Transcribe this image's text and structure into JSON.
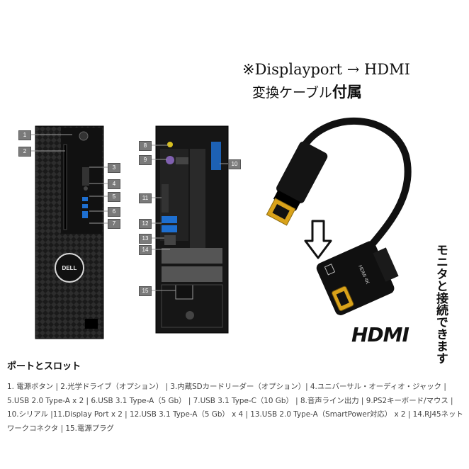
{
  "header": {
    "line1": "※Displayport → HDMI",
    "line2_prefix": "変換ケーブル",
    "line2_bold": "付属"
  },
  "adapter": {
    "vertical_text": "モニタと接続できます",
    "hdmi_logo": "HDMI"
  },
  "callouts": [
    "1",
    "2",
    "3",
    "4",
    "5",
    "6",
    "7",
    "8",
    "9",
    "10",
    "11",
    "12",
    "13",
    "14",
    "15"
  ],
  "section": {
    "title": "ポートとスロット",
    "description": "1. 電源ボタン | 2.光学ドライブ（オプション） | 3.内蔵SDカードリーダー（オプション）| 4.ユニバーサル・オーディオ・ジャック | 5.USB 2.0 Type-A x 2 | 6.USB 3.1 Type-A（5 Gb） | 7.USB 3.1 Type-C（10 Gb） | 8.音声ライン出力 | 9.PS2キーボード/マウス | 10.シリアル |11.Display Port x 2 | 12.USB 3.1 Type-A（5 Gb） x 4 | 13.USB 2.0 Type-A（SmartPower対応） x 2 | 14.RJ45ネットワークコネクタ | 15.電源プラグ"
  },
  "colors": {
    "chassis": "#111111",
    "callout_bg": "#7a7a7a",
    "usb_blue": "#1e6fd0",
    "plug_gold": "#d9a21a"
  }
}
